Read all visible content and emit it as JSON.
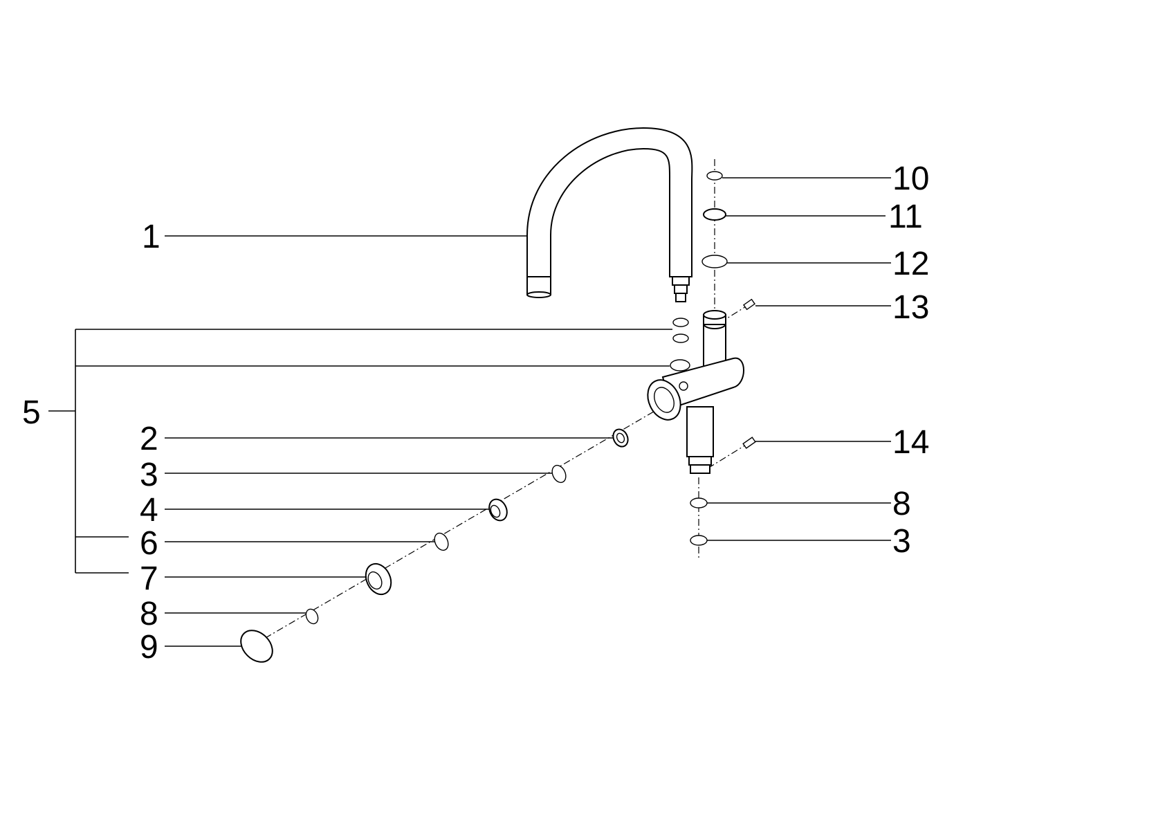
{
  "callouts": {
    "c1": "1",
    "c2": "2",
    "c3a": "3",
    "c4": "4",
    "c5": "5",
    "c6": "6",
    "c7": "7",
    "c8a": "8",
    "c9": "9",
    "c10": "10",
    "c11": "11",
    "c12": "12",
    "c13": "13",
    "c14": "14",
    "c8b": "8",
    "c3b": "3"
  }
}
